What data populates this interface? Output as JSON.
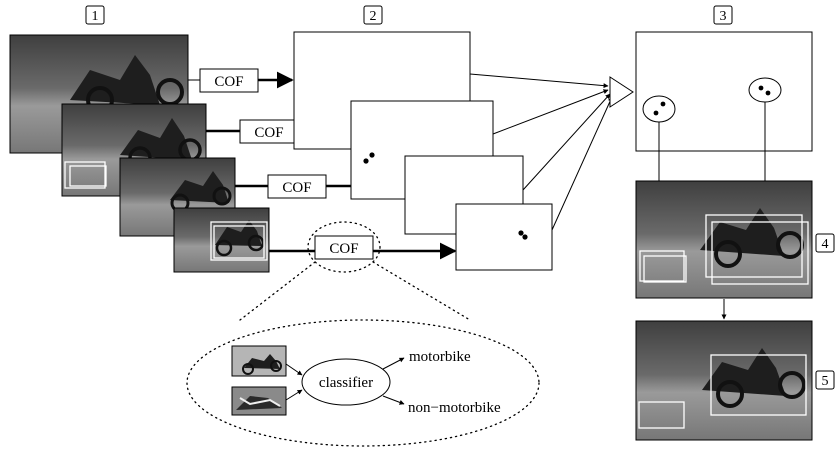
{
  "steps": [
    "1",
    "2",
    "3",
    "4",
    "5"
  ],
  "cof_label": "COF",
  "classifier": {
    "node_label": "classifier",
    "positive_label": "motorbike",
    "negative_label": "non−motorbike"
  },
  "colors": {
    "stroke": "#000000",
    "background": "#ffffff",
    "photo_sky": "#5a5a5a",
    "photo_ground": "#8a8a8a"
  }
}
